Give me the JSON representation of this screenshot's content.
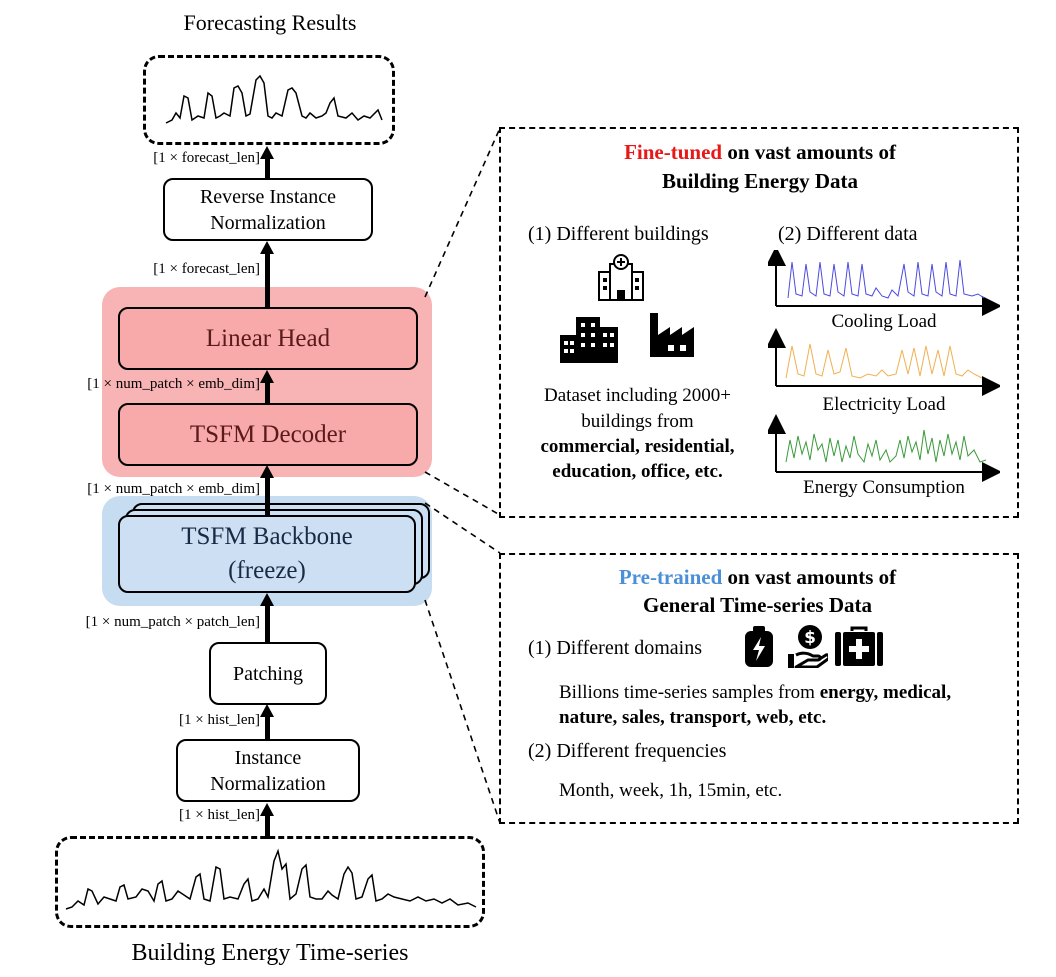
{
  "titles": {
    "top": "Forecasting Results",
    "bottom": "Building Energy Time-series"
  },
  "pipeline": {
    "reverse_norm_line1": "Reverse Instance",
    "reverse_norm_line2": "Normalization",
    "linear_head": "Linear Head",
    "decoder": "TSFM Decoder",
    "backbone_line1": "TSFM Backbone",
    "backbone_line2": "(freeze)",
    "patching": "Patching",
    "instance_norm_line1": "Instance",
    "instance_norm_line2": "Normalization"
  },
  "dims": {
    "d_forecast_top": "[1 × forecast_len]",
    "d_forecast_mid": "[1 × forecast_len]",
    "d_emb_upper": "[1 × num_patch × emb_dim]",
    "d_emb_lower": "[1 × num_patch × emb_dim]",
    "d_patch": "[1 × num_patch × patch_len]",
    "d_hist_upper": "[1 × hist_len]",
    "d_hist_lower": "[1 × hist_len]"
  },
  "finetune": {
    "title_highlight": "Fine-tuned",
    "title_rest": " on vast amounts of",
    "title_line2": "Building Energy Data",
    "buildings_heading": "(1) Different buildings",
    "data_heading": "(2) Different data",
    "dataset_line1": "Dataset including 2000+",
    "dataset_line2": "buildings from",
    "dataset_line3": "commercial, residential,",
    "dataset_line4": "education, office, etc.",
    "chart_labels": [
      "Cooling Load",
      "Electricity Load",
      "Energy Consumption"
    ],
    "chart_colors": [
      "#4a4ae0",
      "#f0b050",
      "#3a9a3a"
    ],
    "highlight_color": "#e81818"
  },
  "pretrain": {
    "title_highlight": "Pre-trained",
    "title_rest": " on vast amounts of",
    "title_line2": "General Time-series Data",
    "domains_heading": "(1) Different domains",
    "samples_text": "Billions time-series samples from ",
    "samples_bold1": "energy, medical,",
    "samples_bold2": "nature, sales, transport, web, etc.",
    "freq_heading": "(2) Different frequencies",
    "freq_text": "Month, week, 1h, 15min, etc.",
    "highlight_color": "#4a8fd8"
  },
  "colors": {
    "head_panel": "#f8b4b4",
    "head_box": "#f8aaaa",
    "head_text": "#5a1a1a",
    "backbone_panel": "#c6dcf0",
    "backbone_box": "#cde0f3",
    "backbone_text": "#1a2a44"
  }
}
